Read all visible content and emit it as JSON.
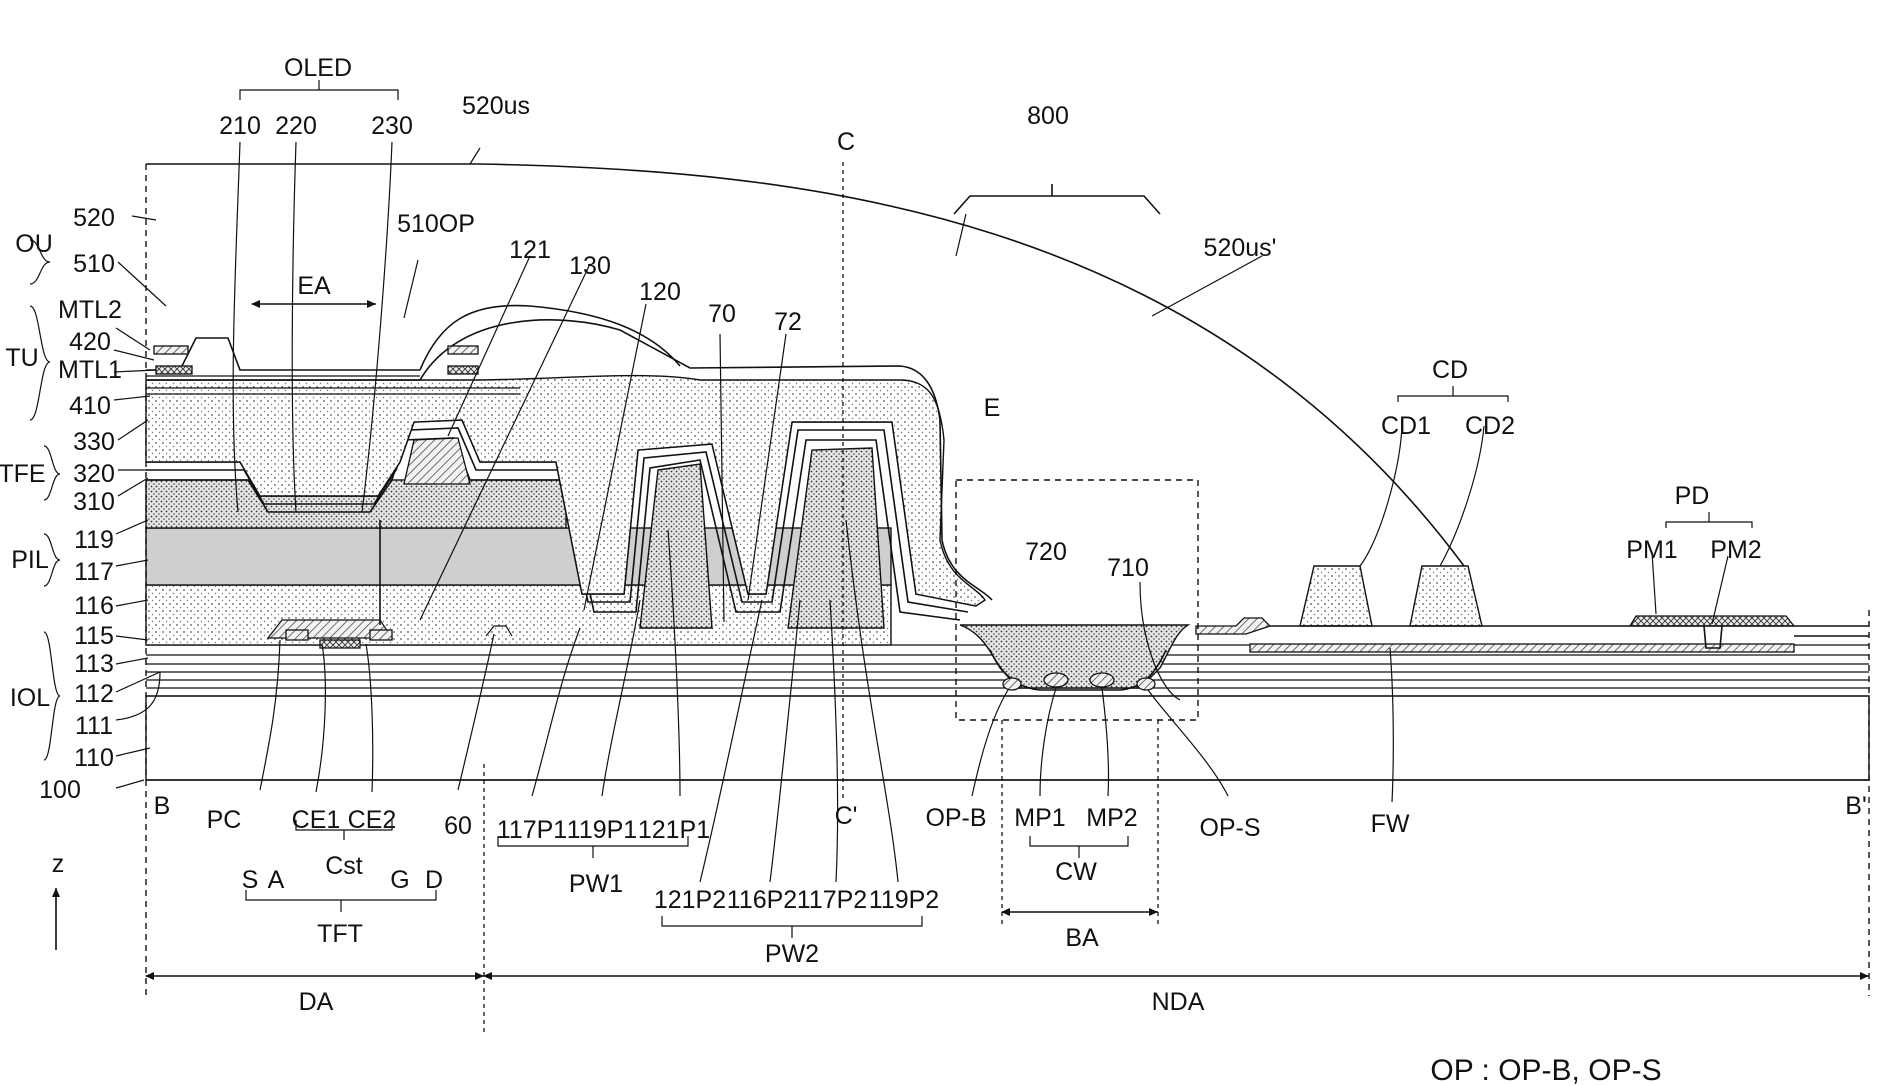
{
  "figure": {
    "footnote": "OP : OP-B, OP-S"
  },
  "labels": {
    "oled": "OLED",
    "l210": "210",
    "l220": "220",
    "l230": "230",
    "l520us": "520us",
    "lC": "C",
    "l800": "800",
    "ou": "OU",
    "l520": "520",
    "l510": "510",
    "ea": "EA",
    "l510op": "510OP",
    "l121": "121",
    "l130": "130",
    "l120": "120",
    "l70": "70",
    "l72": "72",
    "l520us2": "520us'",
    "tu": "TU",
    "mtl2": "MTL2",
    "l420": "420",
    "mtl1": "MTL1",
    "l410": "410",
    "tfe": "TFE",
    "l330": "330",
    "l320": "320",
    "l310": "310",
    "l119": "119",
    "pil": "PIL",
    "l117": "117",
    "l116": "116",
    "iol": "IOL",
    "l115": "115",
    "l113": "113",
    "l112": "112",
    "l111": "111",
    "l110": "110",
    "l100": "100",
    "e": "E",
    "l720": "720",
    "l710": "710",
    "cd": "CD",
    "cd1": "CD1",
    "cd2": "CD2",
    "pd": "PD",
    "pm1": "PM1",
    "pm2": "PM2",
    "b": "B",
    "pc": "PC",
    "ce1": "CE1",
    "ce2": "CE2",
    "l60": "60",
    "l117p1": "117P1",
    "l119p1": "119P1",
    "l121p1": "121P1",
    "c2": "C'",
    "opb": "OP-B",
    "mp1": "MP1",
    "mp2": "MP2",
    "ops": "OP-S",
    "fw": "FW",
    "b2": "B'",
    "z": "z",
    "s": "S",
    "a": "A",
    "cst": "Cst",
    "g": "G",
    "d": "D",
    "pw1": "PW1",
    "cw": "CW",
    "l121p2": "121P2",
    "l116p2": "116P2",
    "l117p2": "117P2",
    "l119p2": "119P2",
    "tft": "TFT",
    "pw2": "PW2",
    "ba": "BA",
    "da": "DA",
    "nda": "NDA"
  }
}
